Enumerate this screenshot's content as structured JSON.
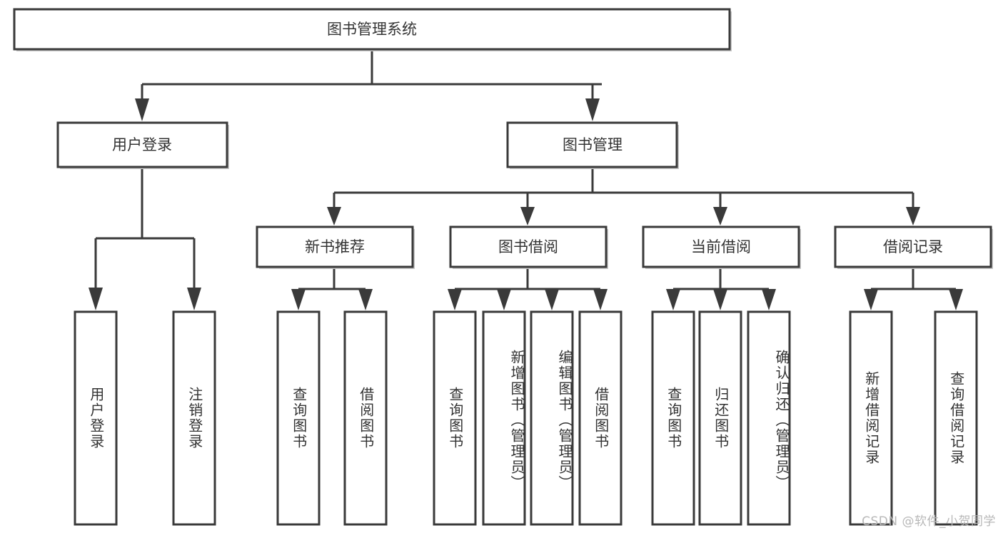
{
  "diagram": {
    "type": "tree",
    "title": "图书管理系统",
    "root": {
      "id": "root",
      "label": "图书管理系统",
      "orientation": "horizontal"
    },
    "level2": [
      {
        "id": "user-login",
        "label": "用户登录"
      },
      {
        "id": "book-manage",
        "label": "图书管理"
      }
    ],
    "level3": [
      {
        "id": "new-book-rec",
        "label": "新书推荐",
        "parent": "book-manage"
      },
      {
        "id": "book-borrow",
        "label": "图书借阅",
        "parent": "book-manage"
      },
      {
        "id": "current-borrow",
        "label": "当前借阅",
        "parent": "book-manage"
      },
      {
        "id": "borrow-record",
        "label": "借阅记录",
        "parent": "book-manage"
      }
    ],
    "leaves": [
      {
        "id": "leaf-user-login",
        "label": "用户登录",
        "parent": "user-login"
      },
      {
        "id": "leaf-user-logout",
        "label": "注销登录",
        "parent": "user-login"
      },
      {
        "id": "leaf-query-book-1",
        "label": "查询图书",
        "parent": "new-book-rec"
      },
      {
        "id": "leaf-borrow-book-1",
        "label": "借阅图书",
        "parent": "new-book-rec"
      },
      {
        "id": "leaf-query-book-2",
        "label": "查询图书",
        "parent": "book-borrow"
      },
      {
        "id": "leaf-add-book",
        "label": "新增图书（管理员）",
        "parent": "book-borrow"
      },
      {
        "id": "leaf-edit-book",
        "label": "编辑图书（管理员）",
        "parent": "book-borrow"
      },
      {
        "id": "leaf-borrow-book-2",
        "label": "借阅图书",
        "parent": "book-borrow"
      },
      {
        "id": "leaf-query-book-3",
        "label": "查询图书",
        "parent": "current-borrow"
      },
      {
        "id": "leaf-return-book",
        "label": "归还图书",
        "parent": "current-borrow"
      },
      {
        "id": "leaf-confirm-return",
        "label": "确认归还（管理员）",
        "parent": "current-borrow"
      },
      {
        "id": "leaf-add-record",
        "label": "新增借阅记录",
        "parent": "borrow-record"
      },
      {
        "id": "leaf-query-record",
        "label": "查询借阅记录",
        "parent": "borrow-record"
      }
    ]
  },
  "watermark": {
    "text": "CSDN @软件_小贺同学"
  },
  "colors": {
    "stroke": "#3a3a3a",
    "fill": "#ffffff",
    "text": "#333333",
    "shadow": "#c4c4c4",
    "watermark": "#b8b8b8"
  }
}
